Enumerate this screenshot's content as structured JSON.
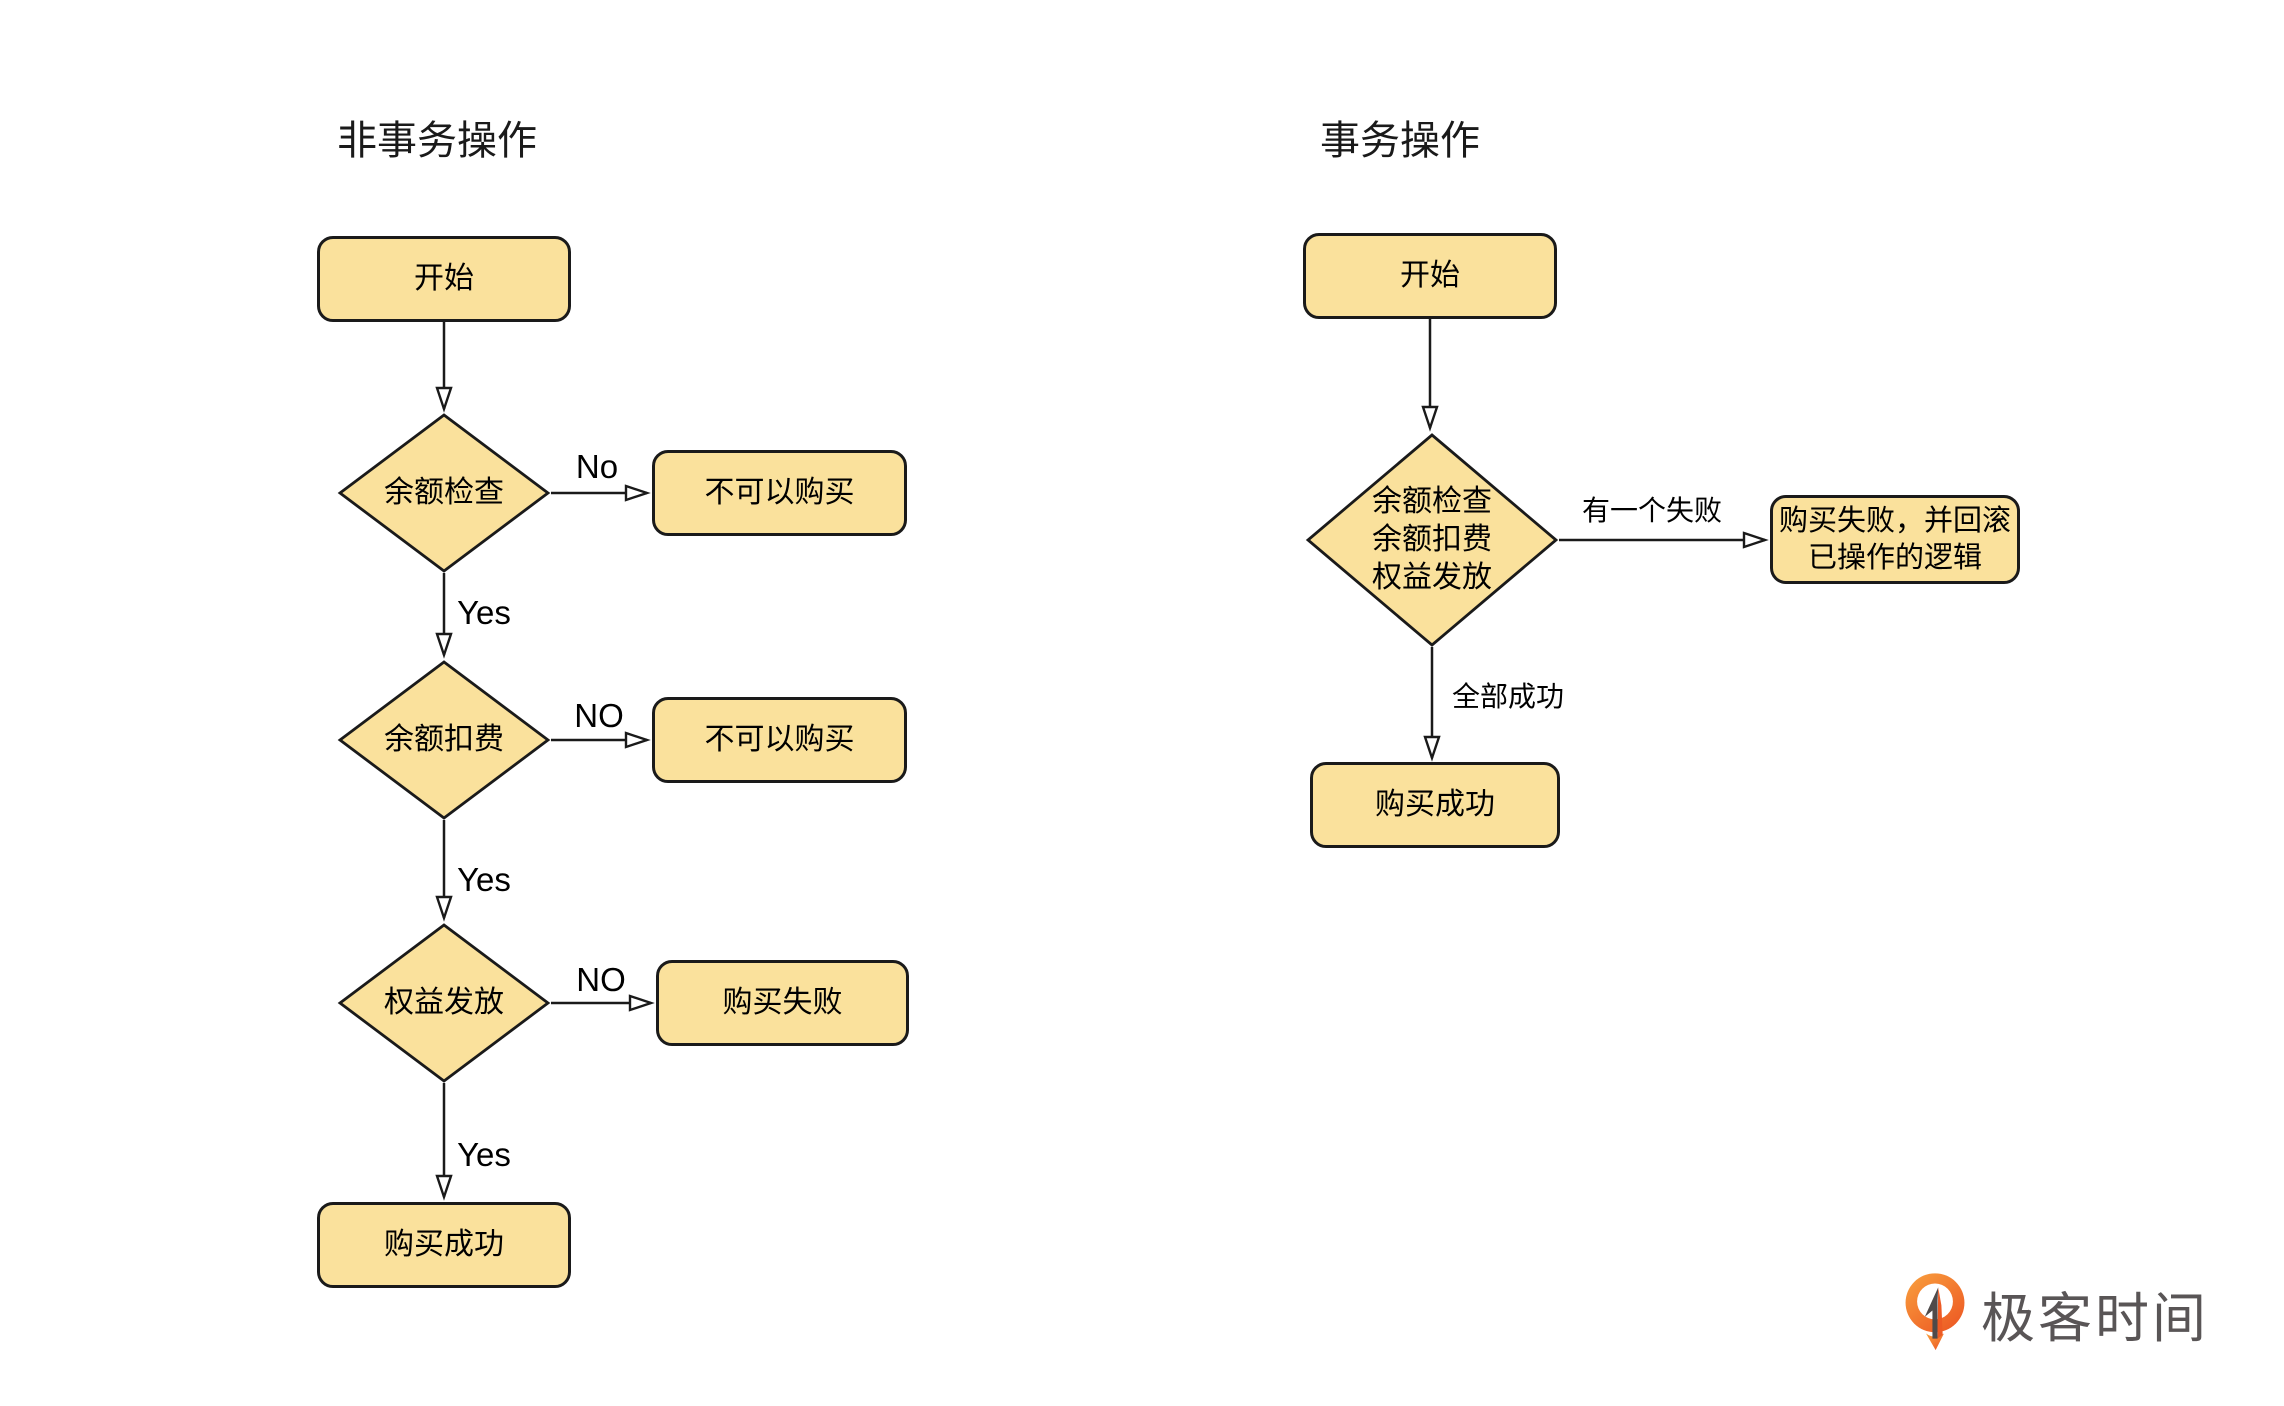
{
  "page": {
    "background": "#ffffff"
  },
  "colors": {
    "node_fill": "#FAE19C",
    "node_border": "#1a1a1a",
    "connector_line": "#1a1a1a",
    "text": "#000000",
    "logo_orange_light": "#F9A13E",
    "logo_orange_dark": "#ED5A24",
    "logo_gray": "#4E4A4A",
    "logo_text_color": "#595556"
  },
  "left_flow": {
    "title": "非事务操作",
    "nodes": {
      "start": "开始",
      "decision1": "余额检查",
      "fail1": "不可以购买",
      "decision2": "余额扣费",
      "fail2": "不可以购买",
      "decision3": "权益发放",
      "fail3": "购买失败",
      "success": "购买成功"
    },
    "edge_labels": {
      "no1": "No",
      "yes1": "Yes",
      "no2": "NO",
      "yes2": "Yes",
      "no3": "NO",
      "yes3": "Yes"
    }
  },
  "right_flow": {
    "title": "事务操作",
    "nodes": {
      "start": "开始",
      "decision_line1": "余额检查",
      "decision_line2": "余额扣费",
      "decision_line3": "权益发放",
      "fail_line1": "购买失败，并回滚",
      "fail_line2": "已操作的逻辑",
      "success": "购买成功"
    },
    "edge_labels": {
      "fail": "有一个失败",
      "success": "全部成功"
    }
  },
  "footer": {
    "logo_text": "极客时间"
  }
}
